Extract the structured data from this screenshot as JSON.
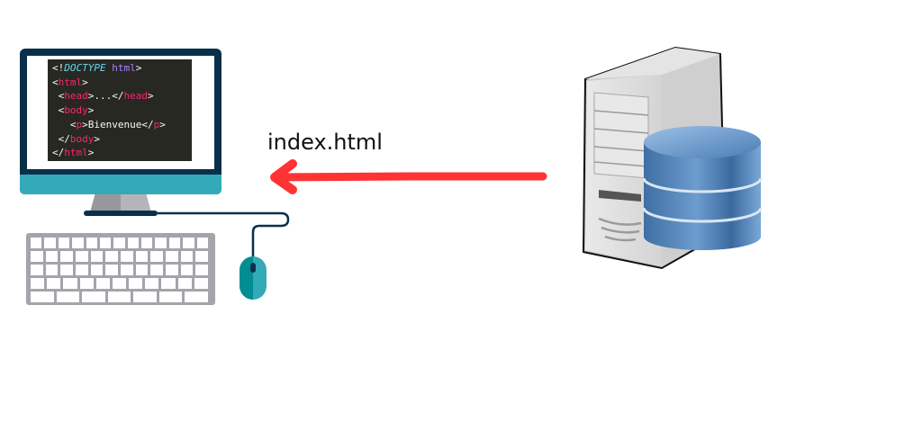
{
  "diagram": {
    "title": "Client receives index.html from server",
    "file_label": "index.html",
    "arrow": {
      "direction": "left",
      "color": "#ff3333",
      "from": "server",
      "to": "client"
    },
    "client": {
      "icon": "desktop-computer-icon",
      "code_lines": [
        [
          "<!",
          "DOCTYPE",
          " html",
          ">"
        ],
        [
          "<",
          "html",
          ">"
        ],
        [
          " <",
          "head",
          ">...</",
          "head",
          ">"
        ],
        [
          " <",
          "body",
          ">"
        ],
        [
          "   <",
          "p",
          ">Bienvenue</",
          "p",
          ">"
        ],
        [
          " </",
          "body",
          ">"
        ],
        [
          "</",
          "html",
          ">"
        ]
      ]
    },
    "server": {
      "icon": "server-database-icon"
    },
    "colors": {
      "monitor_frame": "#08304a",
      "monitor_accent": "#34aab8",
      "code_bg": "#272822",
      "tag": "#f92672",
      "doctype": "#66d9ef",
      "html_keyword": "#ae81ff"
    }
  }
}
